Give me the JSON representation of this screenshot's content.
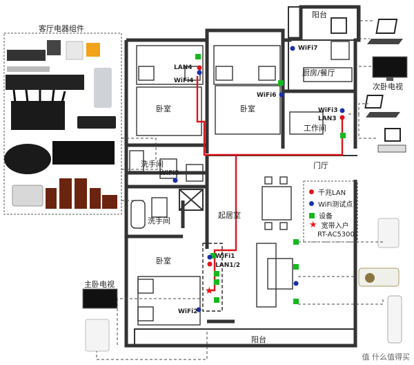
{
  "rooms": {
    "balcony_top": "阳台",
    "bedroom_left": "卧室",
    "bedroom_mid": "卧室",
    "kitchen": "厨房/餐厅",
    "study": "工作间",
    "entrance": "门厅",
    "bath_1": "洗手间",
    "bath_2": "洗手间",
    "living": "起居室",
    "master_bedroom": "卧室",
    "balcony_bottom": "阳台"
  },
  "points": {
    "lan4": "LAN4",
    "wifi4": "WiFi4",
    "wifi7": "WiFi7",
    "wifi6": "WiFi6",
    "wifi3": "WiFi3",
    "lan3": "LAN3",
    "wifi5": "WiFi5",
    "wifi1": "WiFi1",
    "lan12": "LAN1/2",
    "wifi2": "WiFi2"
  },
  "devices": {
    "panel_title": "客厅电器组件",
    "bedroom_tv": "次卧电视",
    "master_tv": "主卧电视"
  },
  "legend": {
    "gigabit_lan": "千兆LAN",
    "wifi_test": "WiFi测试点",
    "device": "设备",
    "broadband": "宽带入户",
    "router": "RT-AC5300"
  },
  "colors": {
    "lan": "#e0141e",
    "wifi": "#1b2fa8",
    "device": "#15b91f",
    "cable": "#d9161c"
  },
  "watermark": "值 什么值得买"
}
